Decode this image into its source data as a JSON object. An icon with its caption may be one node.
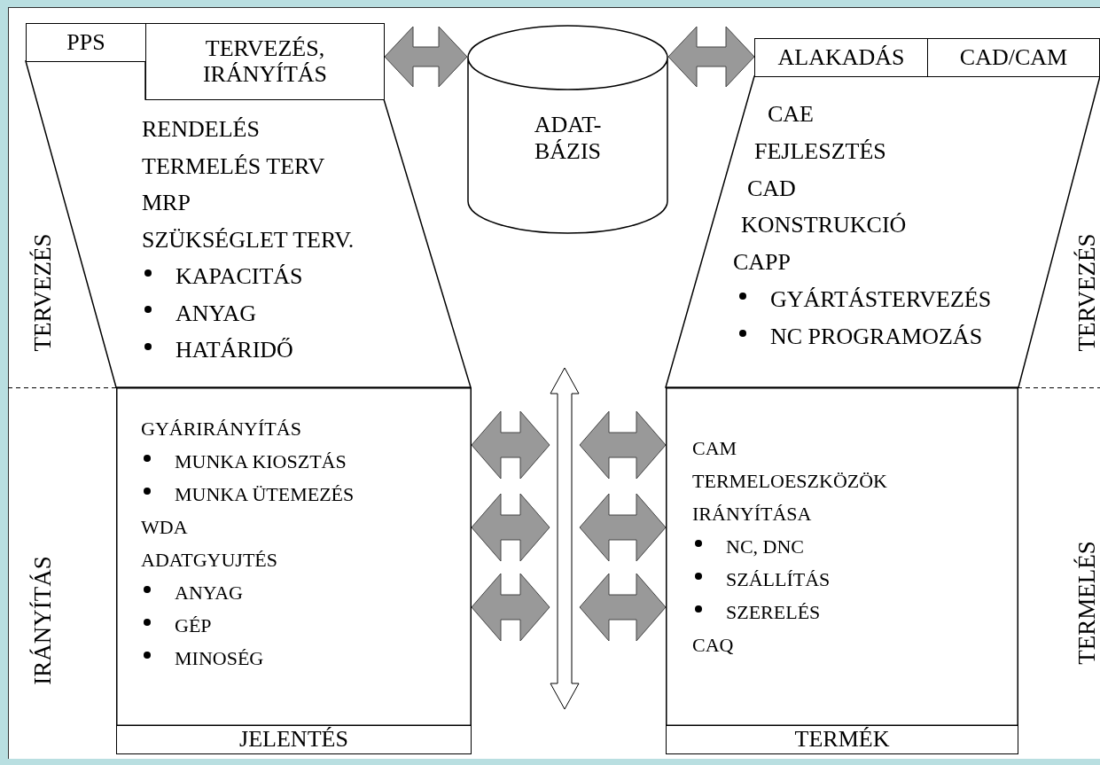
{
  "diagram": {
    "nodes": [
      {
        "text": [
          "PPS"
        ]
      },
      {
        "text": [
          "TERVEZÉS, IRÁNYÍTÁS"
        ]
      },
      {
        "text": [
          "RENDELÉS",
          "TERMELÉS TERV",
          "MRP",
          "SZÜKSÉGLET TERV.",
          "KAPACITÁS",
          "ANYAG",
          "HATÁRIDŐ"
        ]
      },
      {
        "text": [
          "ADAT- BÁZIS"
        ]
      },
      {
        "text": [
          "ALAKADÁS"
        ]
      },
      {
        "text": [
          "CAD/CAM"
        ]
      },
      {
        "text": [
          "CAE",
          "FEJLESZTÉS",
          "CAD",
          "KONSTRUKCIÓ",
          "CAPP",
          "GYÁRTÁSTERVEZÉS",
          "NC PROGRAMOZÁS"
        ]
      },
      {
        "text": [
          "GYÁRIRÁNYÍTÁS",
          "MUNKA KIOSZTÁS",
          "MUNKA ÜTEMEZÉS",
          "WDA",
          "ADATGYUJTÉS",
          "ANYAG",
          "GÉP",
          "MINOSÉG"
        ]
      },
      {
        "text": [
          "JELENTÉS"
        ]
      },
      {
        "text": [
          "CAM",
          "TERMELOESZKÖZÖK IRÁNYÍTÁSA",
          "NC, DNC",
          "SZÁLLÍTÁS",
          "SZERELÉS",
          "CAQ"
        ]
      },
      {
        "text": [
          "TERMÉK"
        ]
      },
      {
        "text": [],
        "shape": "bar"
      }
    ],
    "edges": [
      {
        "from": 1,
        "to": 3,
        "arrow": "both"
      },
      {
        "from": 3,
        "to": 4,
        "arrow": "both"
      },
      {
        "from": 7,
        "to": 11,
        "arrow": "both"
      },
      {
        "from": 7,
        "to": 11,
        "arrow": "both"
      },
      {
        "from": 7,
        "to": 11,
        "arrow": "both"
      },
      {
        "from": 11,
        "to": 9,
        "arrow": "both"
      },
      {
        "from": 11,
        "to": 9,
        "arrow": "both"
      },
      {
        "from": 11,
        "to": 9,
        "arrow": "both"
      }
    ],
    "labels": [
      "TERVEZÉS",
      "TERVEZÉS",
      "IRÁNYÍTÁS",
      "TERMELÉS"
    ]
  }
}
